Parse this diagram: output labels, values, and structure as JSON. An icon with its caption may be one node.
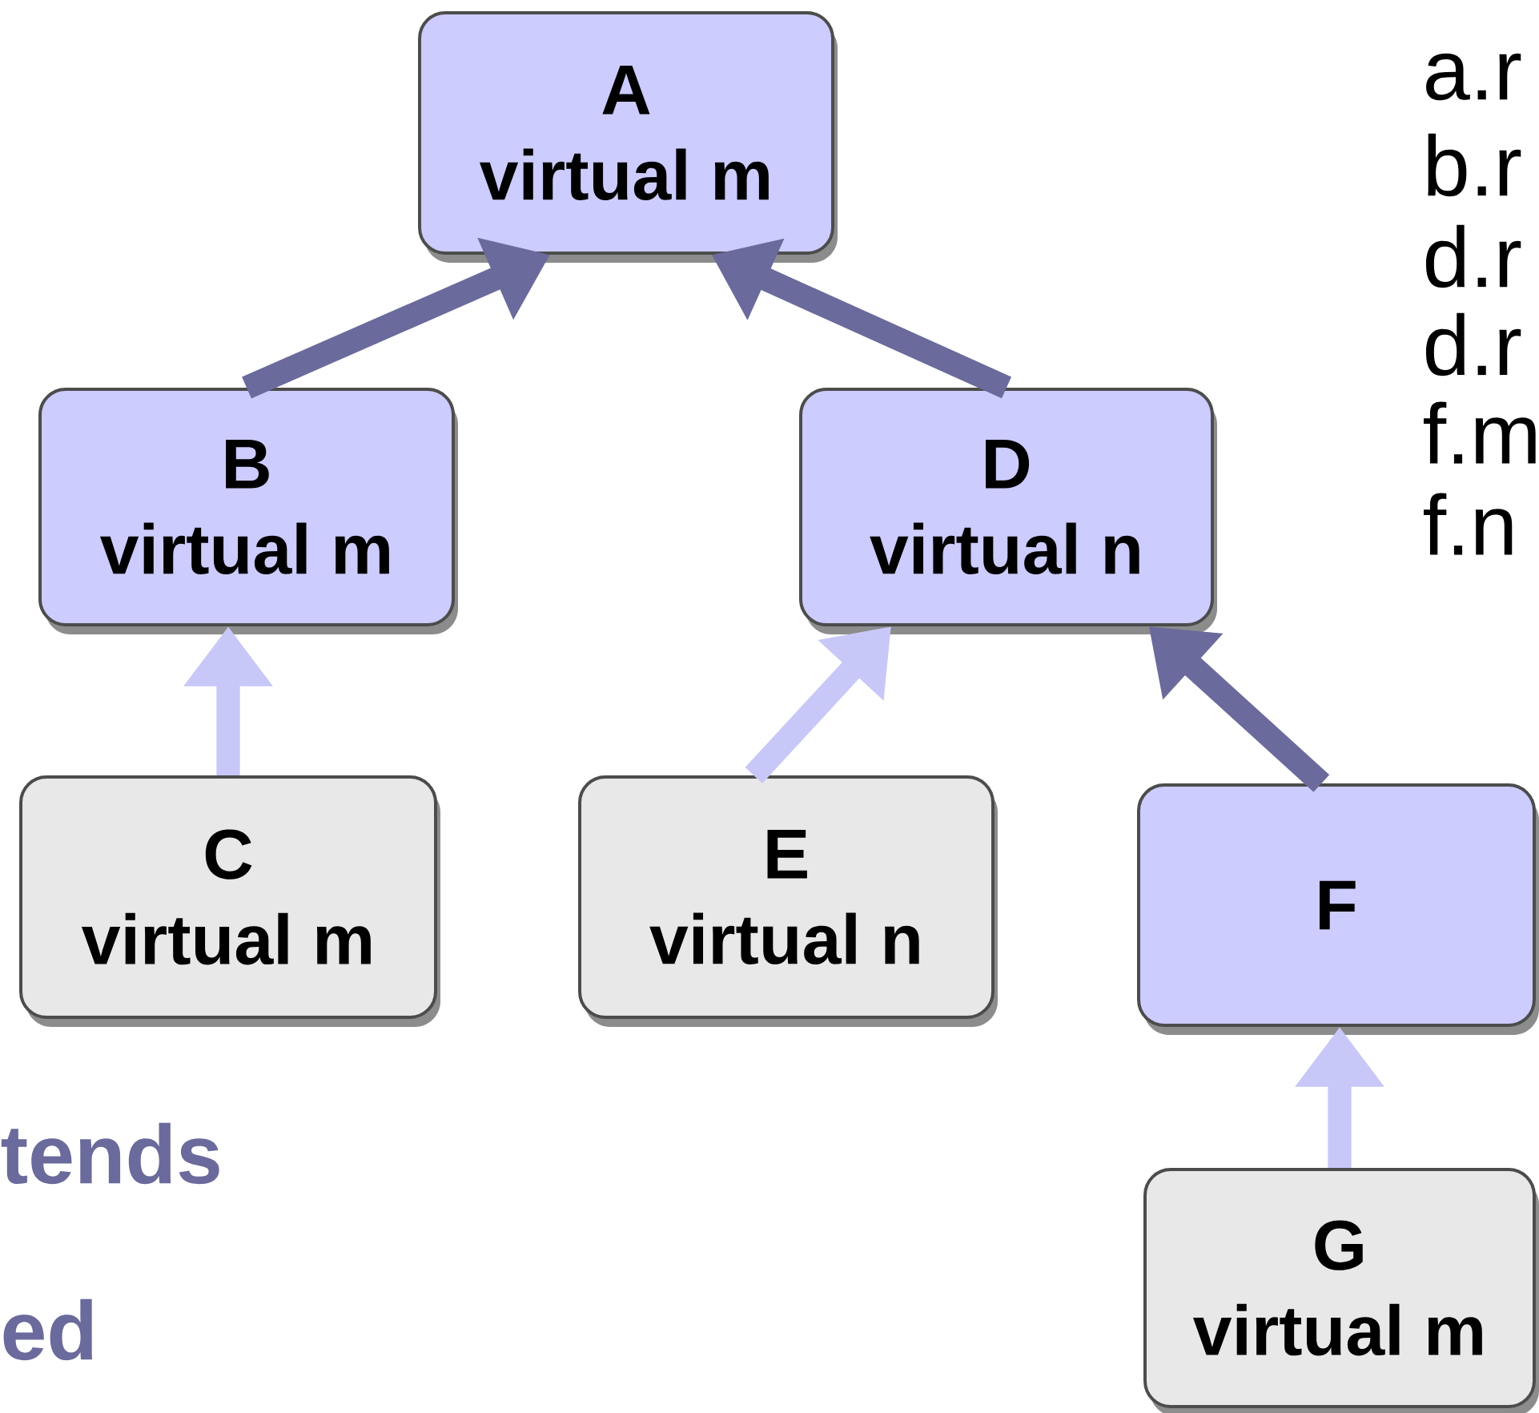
{
  "diagram": {
    "nodes": [
      {
        "text": [
          "A",
          "virtual m"
        ]
      },
      {
        "text": [
          "B",
          "virtual m"
        ]
      },
      {
        "text": [
          "C",
          "virtual m"
        ]
      },
      {
        "text": [
          "D",
          "virtual n"
        ]
      },
      {
        "text": [
          "E",
          "virtual n"
        ]
      },
      {
        "text": [
          "F"
        ]
      },
      {
        "text": [
          "G",
          "virtual m"
        ]
      }
    ],
    "edges": [
      {
        "from": 1,
        "to": 0,
        "arrow": "to"
      },
      {
        "from": 3,
        "to": 0,
        "arrow": "to"
      },
      {
        "from": 2,
        "to": 1,
        "arrow": "to",
        "color": "#c8c8f8"
      },
      {
        "from": 4,
        "to": 3,
        "arrow": "to",
        "color": "#c8c8f8"
      },
      {
        "from": 5,
        "to": 3,
        "arrow": "to"
      },
      {
        "from": 6,
        "to": 5,
        "arrow": "to",
        "color": "#c8c8f8"
      }
    ],
    "labels": [
      "a.r",
      "b.r",
      "d.r",
      "d.r",
      "f.m",
      "f.n",
      "tends",
      "ed"
    ]
  }
}
